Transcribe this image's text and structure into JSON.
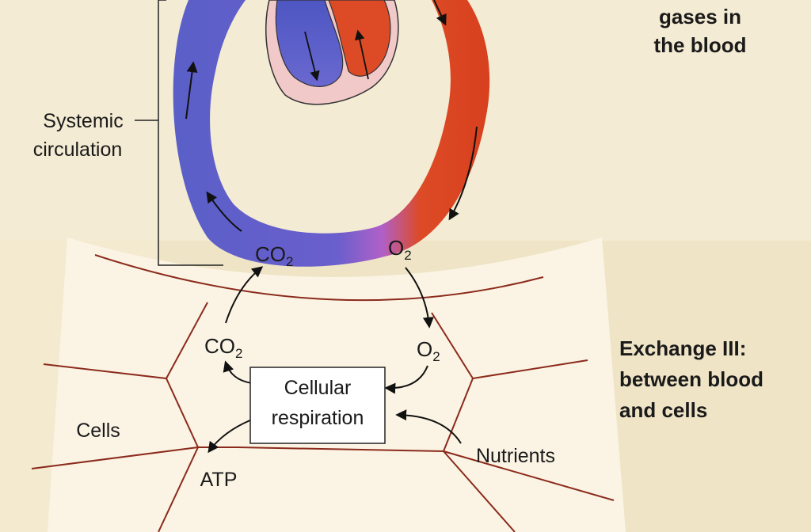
{
  "labels": {
    "gases_line1": "gases in",
    "gases_line2": "the blood",
    "systemic_line1": "Systemic",
    "systemic_line2": "circulation",
    "co2_blood": "CO",
    "co2_cells": "CO",
    "o2_blood": "O",
    "o2_cells": "O",
    "subscript_two": "2",
    "cellular_line1": "Cellular",
    "cellular_line2": "respiration",
    "cells": "Cells",
    "atp": "ATP",
    "nutrients": "Nutrients",
    "exchange_line1": "Exchange III:",
    "exchange_line2": "between blood",
    "exchange_line3": "and cells"
  },
  "colors": {
    "deoxygenated_blood": "#5a5fc8",
    "oxygenated_blood": "#dd4a26",
    "mixing_zone": "#b060c8",
    "cell_outline": "#8b2a1c",
    "cell_fill": "#fbf4e4",
    "page_background": "#f1e9cf"
  }
}
